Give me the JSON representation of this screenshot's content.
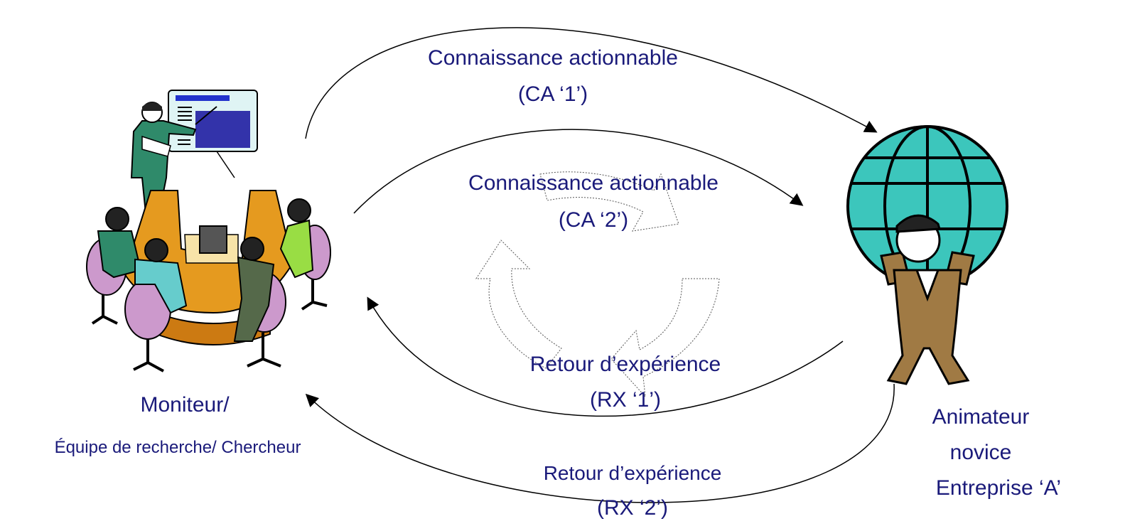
{
  "flows": {
    "ca1": {
      "line1": "Connaissance actionnable",
      "line2": "(CA ‘1’)"
    },
    "ca2": {
      "line1": "Connaissance actionnable",
      "line2": "(CA ‘2’)"
    },
    "rx1": {
      "line1": "Retour d’expérience",
      "line2": "(RX ‘1’)"
    },
    "rx2": {
      "line1": "Retour d’expérience",
      "line2": "(RX ‘2’)"
    }
  },
  "left_actor": {
    "title": "Moniteur/",
    "subtitle": "Équipe de recherche/ Chercheur"
  },
  "right_actor": {
    "line1": "Animateur",
    "line2": "novice",
    "line3": "Entreprise ‘A’"
  },
  "colors": {
    "text": "#1a1a7a",
    "globe": "#3cc6bc",
    "table": "#e59a1f",
    "chairs": "#cc99cc",
    "suit": "#2f8a6a"
  }
}
